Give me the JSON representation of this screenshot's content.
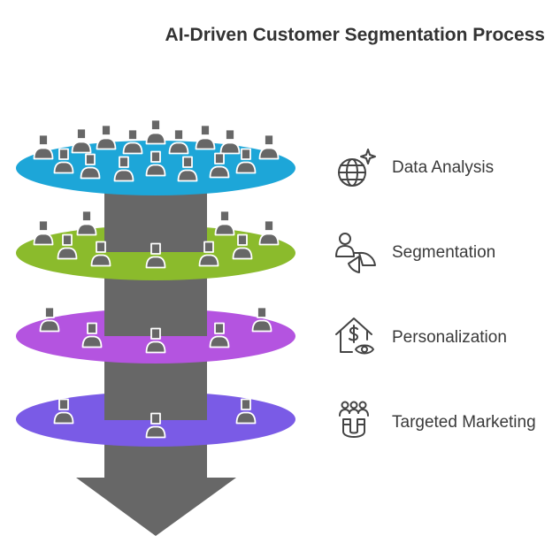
{
  "title": "AI-Driven Customer Segmentation Process",
  "colors": {
    "funnel": "#676767",
    "stroke": "#ffffff",
    "icon": "#444444"
  },
  "stages": [
    {
      "label": "Data Analysis",
      "color": "#1da6d8",
      "icon": "globe-sparkle-icon"
    },
    {
      "label": "Segmentation",
      "color": "#8bbb2c",
      "icon": "segment-pie-icon"
    },
    {
      "label": "Personalization",
      "color": "#b454e0",
      "icon": "house-dollar-eye-icon"
    },
    {
      "label": "Targeted Marketing",
      "color": "#7a5be6",
      "icon": "magnet-people-icon"
    }
  ]
}
